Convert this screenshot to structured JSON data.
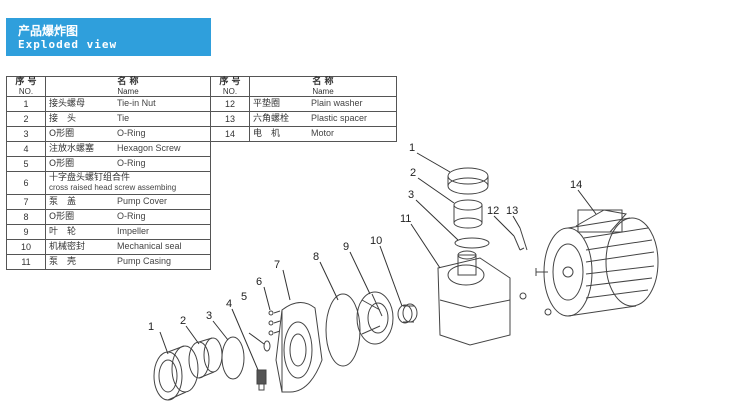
{
  "banner": {
    "title_zh": "产品爆炸图",
    "title_en": "Exploded view"
  },
  "table_header": {
    "no_zh": "序 号",
    "no_en": "NO.",
    "name_zh": "名 称",
    "name_en": "Name"
  },
  "parts_left": [
    {
      "no": "1",
      "zh": "接头螺母",
      "en": "Tie-in Nut"
    },
    {
      "no": "2",
      "zh": "接　头",
      "en": "Tie"
    },
    {
      "no": "3",
      "zh": "O形圈",
      "en": "O-Ring"
    },
    {
      "no": "4",
      "zh": "注放水螺塞",
      "en": "Hexagon Screw"
    },
    {
      "no": "5",
      "zh": "O形圈",
      "en": "O-Ring"
    },
    {
      "no": "6",
      "zh": "十字盘头螺钉组合件",
      "en": "cross raised head screw assembing"
    },
    {
      "no": "7",
      "zh": "泵　盖",
      "en": "Pump Cover"
    },
    {
      "no": "8",
      "zh": "O形圈",
      "en": "O-Ring"
    },
    {
      "no": "9",
      "zh": "叶　轮",
      "en": "Impeller"
    },
    {
      "no": "10",
      "zh": "机械密封",
      "en": "Mechanical seal"
    },
    {
      "no": "11",
      "zh": "泵　壳",
      "en": "Pump Casing"
    }
  ],
  "parts_right": [
    {
      "no": "12",
      "zh": "平垫圈",
      "en": "Plain washer"
    },
    {
      "no": "13",
      "zh": "六角螺栓",
      "en": "Plastic spacer"
    },
    {
      "no": "14",
      "zh": "电　机",
      "en": "Motor"
    }
  ],
  "callouts": [
    "1",
    "2",
    "3",
    "4",
    "5",
    "6",
    "7",
    "8",
    "9",
    "10",
    "11",
    "12",
    "13",
    "14"
  ]
}
